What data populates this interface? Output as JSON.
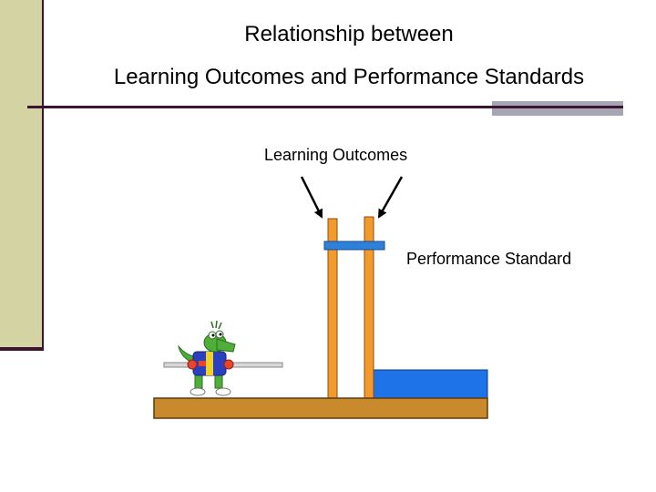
{
  "slide": {
    "title_line1": "Relationship between",
    "title_line2": "Learning Outcomes and Performance Standards"
  },
  "diagram": {
    "learning_outcomes_label": "Learning Outcomes",
    "performance_standard_label": "Performance Standard"
  },
  "colors": {
    "sidebar": "#d3d3a4",
    "divider_dark": "#3b1530",
    "divider_accent": "#a5a5b5",
    "poles": "#f39a2b",
    "crossbar": "#2f80d8",
    "water": "#1e73e8",
    "base": "#c98a2e"
  },
  "icons": {
    "character": "crocodile-pole-vaulter-icon"
  }
}
